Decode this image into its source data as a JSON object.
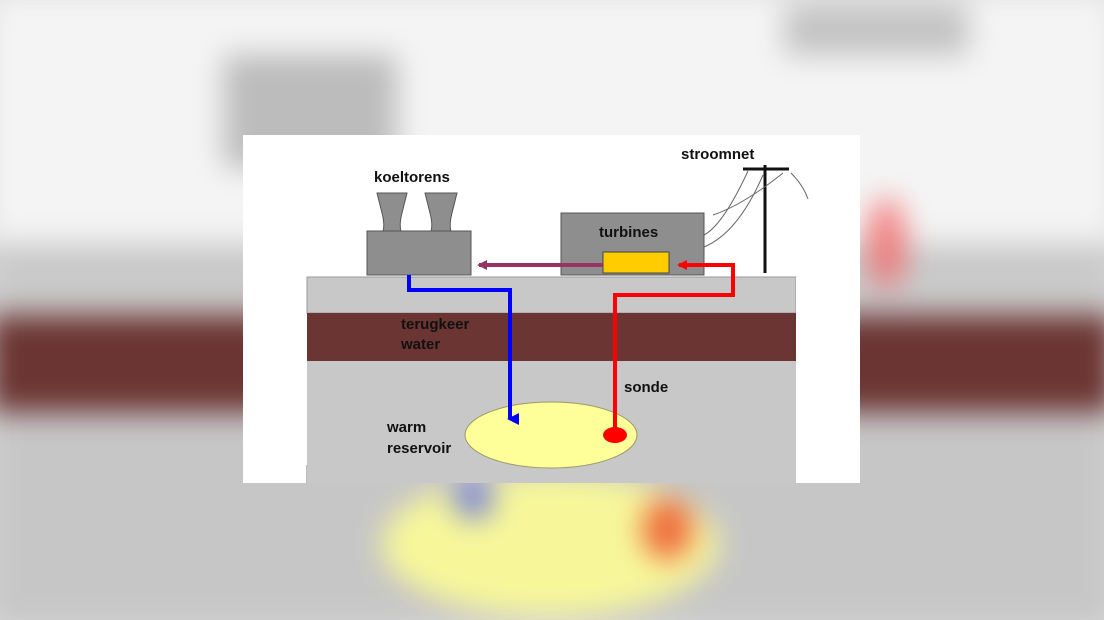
{
  "labels": {
    "stroomnet": "stroomnet",
    "koeltorens": "koeltorens",
    "turbines": "turbines",
    "terugkeer_line1": "terugkeer",
    "terugkeer_line2": "water",
    "sonde": "sonde",
    "warm_line1": "warm",
    "warm_line2": "reservoir"
  },
  "colors": {
    "sky": "#ffffff",
    "ground_surface": "#c8c8c8",
    "brown_layer": "#6b3533",
    "deep_ground": "#c8c8c8",
    "building": "#8e8e8e",
    "reservoir": "#ffff99",
    "generator": "#ffcc00",
    "return_pipe": "#0000ff",
    "hot_pipe": "#ff0000",
    "steam_arrow": "#993366"
  }
}
